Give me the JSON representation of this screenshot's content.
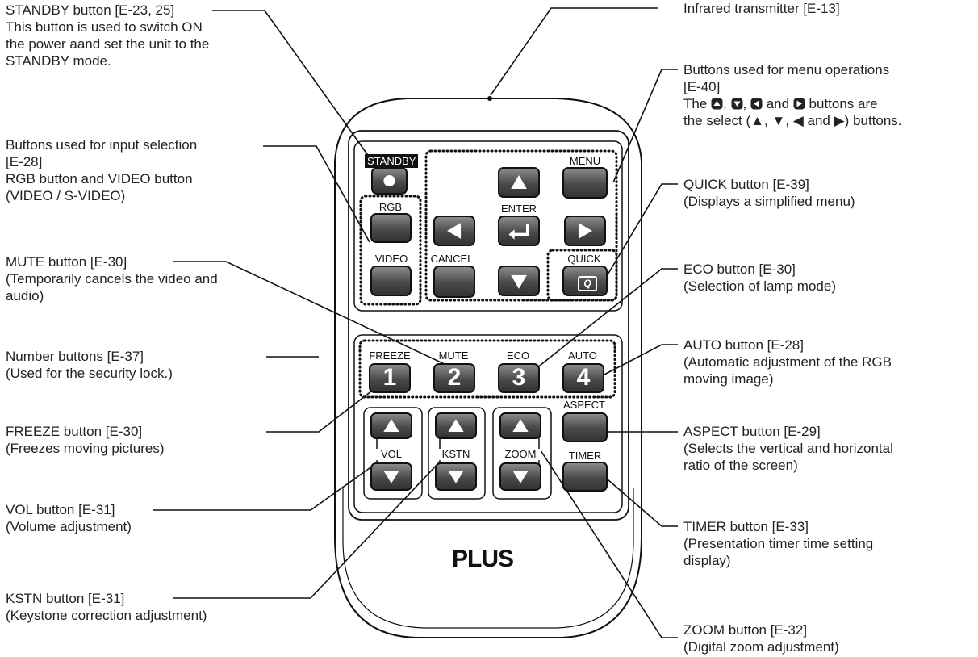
{
  "callouts": {
    "standby": [
      "STANDBY button [E-23, 25]",
      "This button is used to switch ON",
      "the power aand set the unit to the",
      "STANDBY mode."
    ],
    "input": [
      "Buttons used for input selection",
      "[E-28]",
      "RGB button and VIDEO button",
      "(VIDEO / S-VIDEO)"
    ],
    "mute": [
      "MUTE button [E-30]",
      "(Temporarily cancels the video and",
      "audio)"
    ],
    "number": [
      "Number buttons [E-37]",
      "(Used for the security lock.)"
    ],
    "freeze": [
      "FREEZE button [E-30]",
      "(Freezes moving pictures)"
    ],
    "vol": [
      "VOL button [E-31]",
      "(Volume adjustment)"
    ],
    "kstn": [
      "KSTN button [E-31]",
      "(Keystone correction adjustment)"
    ],
    "infrared": [
      "Infrared transmitter [E-13]"
    ],
    "menu": {
      "line1": "Buttons used for menu operations",
      "line2": "[E-40]",
      "line3_prefix": "The",
      "line3_sep1": ",",
      "line3_sep2": ",",
      "line3_and": "and",
      "line3_suffix": "buttons are",
      "line4": "the select (▲, ▼, ◀ and ▶) buttons."
    },
    "quick": [
      "QUICK button [E-39]",
      "(Displays a simplified menu)"
    ],
    "eco": [
      "ECO button [E-30]",
      "(Selection of lamp mode)"
    ],
    "auto": [
      "AUTO button [E-28]",
      "(Automatic adjustment of the RGB",
      "moving image)"
    ],
    "aspect": [
      "ASPECT button [E-29]",
      "(Selects the vertical and horizontal",
      "ratio of the screen)"
    ],
    "timer": [
      "TIMER button [E-33]",
      "(Presentation timer time setting",
      "display)"
    ],
    "zoom": [
      "ZOOM button [E-32]",
      "(Digital zoom adjustment)"
    ]
  },
  "remote": {
    "standby": "STANDBY",
    "menu": "MENU",
    "rgb": "RGB",
    "enter": "ENTER",
    "video": "VIDEO",
    "cancel": "CANCEL",
    "quick": "QUICK",
    "quick_glyph": "Q",
    "freeze": "FREEZE",
    "mute": "MUTE",
    "eco": "ECO",
    "auto": "AUTO",
    "num1": "1",
    "num2": "2",
    "num3": "3",
    "num4": "4",
    "aspect": "ASPECT",
    "timer": "TIMER",
    "vol": "VOL",
    "kstn": "KSTN",
    "zoom": "ZOOM",
    "brand": "PLUS"
  }
}
